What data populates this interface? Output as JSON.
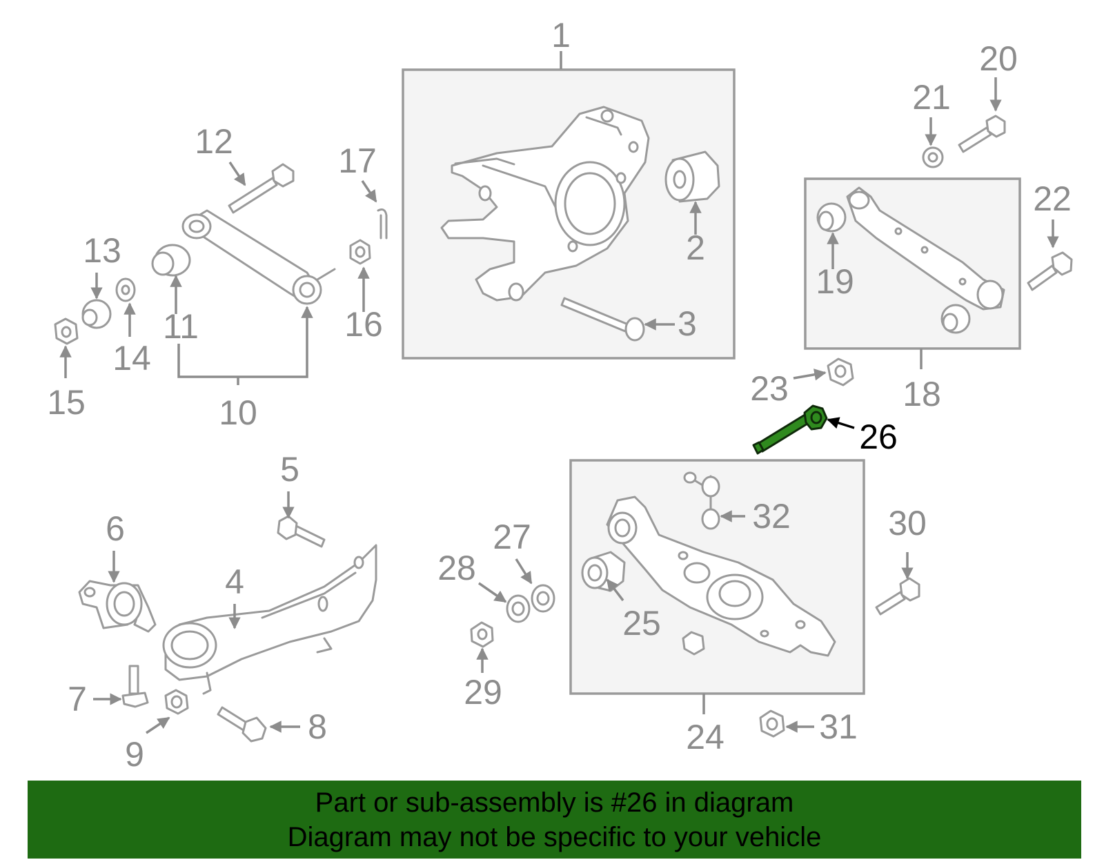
{
  "diagram": {
    "callouts": {
      "c1": "1",
      "c2": "2",
      "c3": "3",
      "c4": "4",
      "c5": "5",
      "c6": "6",
      "c7": "7",
      "c8": "8",
      "c9": "9",
      "c10": "10",
      "c11": "11",
      "c12": "12",
      "c13": "13",
      "c14": "14",
      "c15": "15",
      "c16": "16",
      "c17": "17",
      "c18": "18",
      "c19": "19",
      "c20": "20",
      "c21": "21",
      "c22": "22",
      "c23": "23",
      "c24": "24",
      "c25": "25",
      "c26": "26",
      "c27": "27",
      "c28": "28",
      "c29": "29",
      "c30": "30",
      "c31": "31",
      "c32": "32"
    },
    "highlighted_part": "26"
  },
  "banner": {
    "line1": "Part or sub-assembly is #26 in diagram",
    "line2": "Diagram may not be specific to your vehicle"
  },
  "colors": {
    "banner_bg": "#1e6b12",
    "highlight_part": "#2f8a1e",
    "line_gray": "#9a9a9a",
    "box_fill": "#f4f4f4"
  }
}
